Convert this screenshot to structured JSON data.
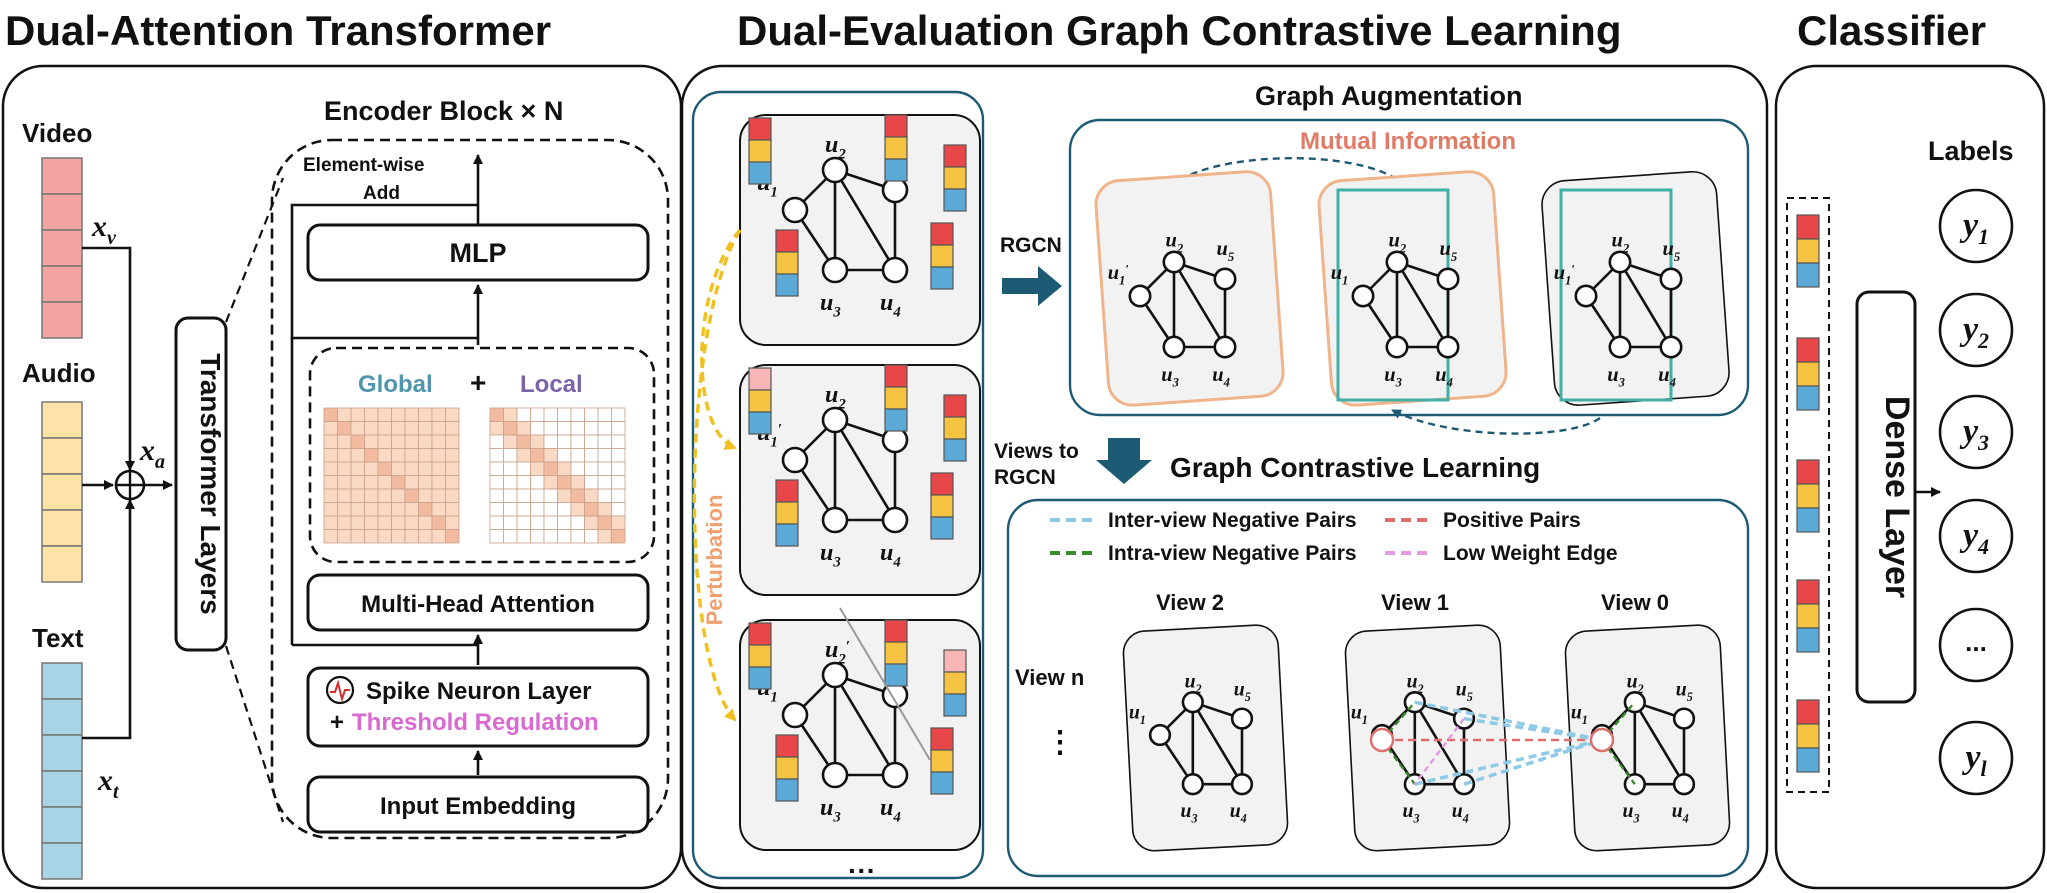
{
  "sections": {
    "transformer": "Dual-Attention Transformer",
    "graph": "Dual-Evaluation Graph Contrastive Learning",
    "classifier": "Classifier"
  },
  "modalities": [
    {
      "label": "Video",
      "var": "x",
      "sub": "v"
    },
    {
      "label": "Audio",
      "var": "x",
      "sub": "a"
    },
    {
      "label": "Text",
      "var": "x",
      "sub": "t"
    }
  ],
  "transformer": {
    "layers_label": "Transformer Layers",
    "encoder_title": "Encoder Block × N",
    "elementwise": [
      "Element-wise",
      "Add"
    ],
    "mlp": "MLP",
    "global": "Global",
    "plus": "+",
    "local": "Local",
    "mha": "Multi-Head Attention",
    "spike": "Spike Neuron Layer",
    "threshold_plus": "+",
    "threshold": "Threshold Regulation",
    "embedding": "Input Embedding"
  },
  "graph": {
    "perturbation": "Perturbation",
    "ellipsis": "···",
    "rgcn": "RGCN",
    "views_to": [
      "Views to",
      "RGCN"
    ],
    "augmentation_title": "Graph Augmentation",
    "mutual_info": "Mutual Information",
    "contrastive_title": "Graph Contrastive Learning",
    "legend": [
      {
        "text": "Inter-view Negative Pairs",
        "color": "#8ecae6"
      },
      {
        "text": "Positive Pairs",
        "color": "#e06c6c"
      },
      {
        "text": "Intra-view Negative Pairs",
        "color": "#3a8a2e"
      },
      {
        "text": "Low Weight Edge",
        "color": "#e59be0"
      }
    ],
    "views": [
      "View 2",
      "View 1",
      "View 0"
    ],
    "view_n": "View n",
    "vdots": "⋮",
    "node_names": {
      "u": "u",
      "s1": "1",
      "s2": "2",
      "s3": "3",
      "s4": "4",
      "s5": "5",
      "prime": "′"
    }
  },
  "classifier": {
    "labels_title": "Labels",
    "dense": "Dense Layer",
    "outputs": [
      {
        "var": "y",
        "sub": "1"
      },
      {
        "var": "y",
        "sub": "2"
      },
      {
        "var": "y",
        "sub": "3"
      },
      {
        "var": "y",
        "sub": "4"
      },
      {
        "var": "",
        "sub": "",
        "text": "..."
      },
      {
        "var": "y",
        "sub": "l"
      }
    ]
  },
  "colors": {
    "video": "#f4a4a0",
    "audio": "#fde3a7",
    "text": "#a8d4e6",
    "stack_red": "#e8474a",
    "stack_yellow": "#f5c342",
    "stack_blue": "#5aa9d6",
    "orange_border": "#f0b48a",
    "teal_border": "#3fb0a8",
    "matrix_fill": "#f9d9c4",
    "matrix_diag": "#f2bb9f",
    "global_color": "#4f95ad",
    "local_color": "#7b63a8",
    "threshold_color": "#d86ad2",
    "mutual_color": "#e07c66",
    "perturb_color": "#f0c020",
    "perturb_text": "#f0a070",
    "teal_arrow": "#1d5a74"
  }
}
